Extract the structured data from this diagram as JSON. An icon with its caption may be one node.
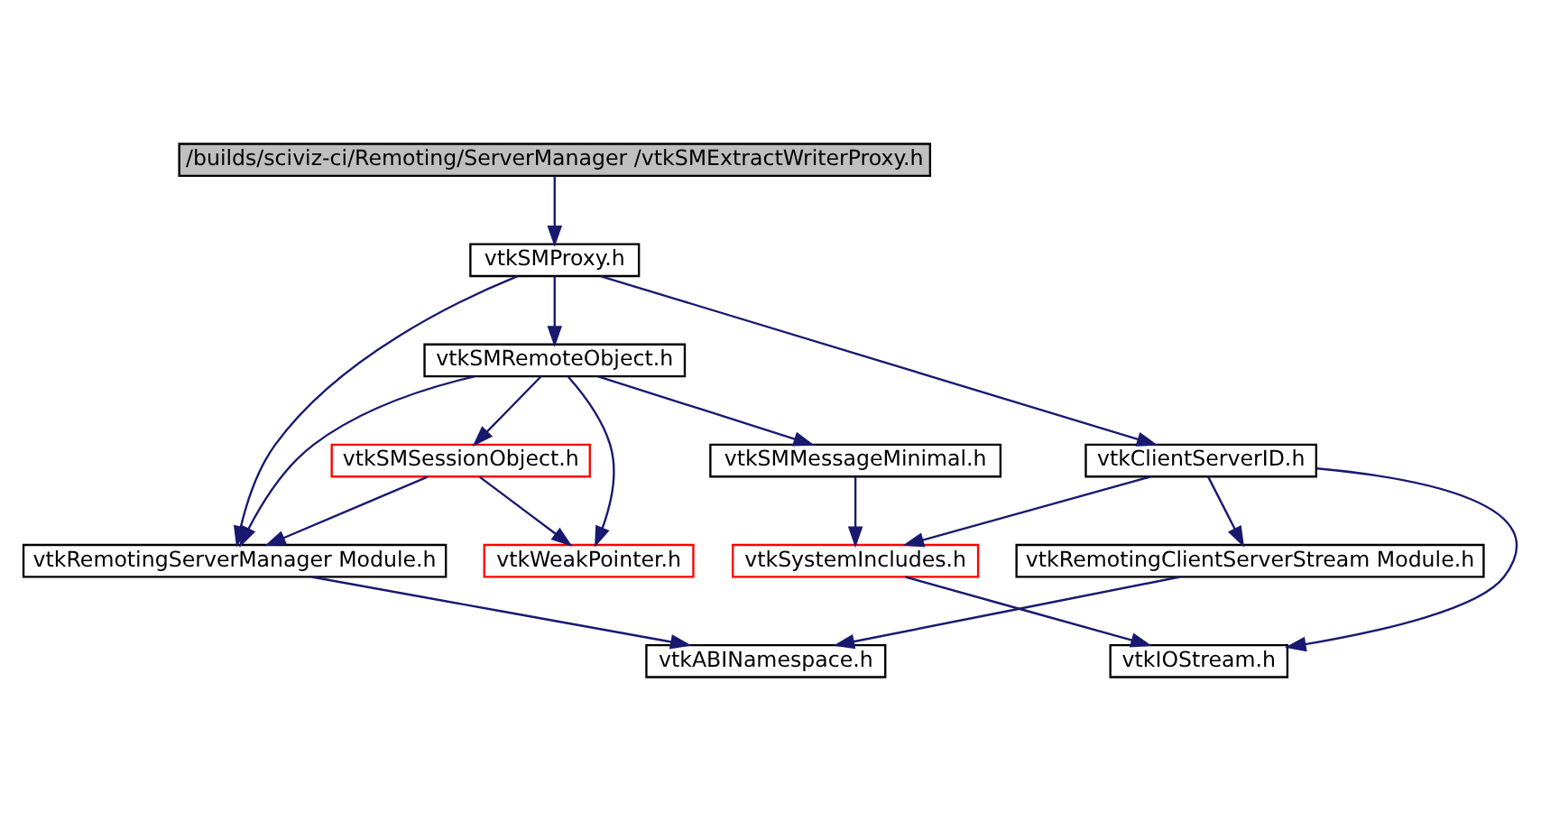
{
  "diagram": {
    "nodes": [
      {
        "text": [
          "/builds/sciviz-ci/Remoting/ServerManager /vtkSMExtractWriterProxy.h"
        ]
      },
      {
        "text": [
          "vtkSMProxy.h"
        ]
      },
      {
        "text": [
          "vtkSMRemoteObject.h"
        ]
      },
      {
        "text": [
          "vtkSMSessionObject.h"
        ]
      },
      {
        "text": [
          "vtkSMMessageMinimal.h"
        ]
      },
      {
        "text": [
          "vtkClientServerID.h"
        ]
      },
      {
        "text": [
          "vtkRemotingServerManager Module.h"
        ]
      },
      {
        "text": [
          "vtkWeakPointer.h"
        ]
      },
      {
        "text": [
          "vtkRemotingClientServerStream Module.h"
        ]
      },
      {
        "text": [
          "vtkSystemIncludes.h"
        ]
      },
      {
        "text": [
          "vtkABINamespace.h"
        ]
      },
      {
        "text": [
          "vtkIOStream.h"
        ]
      }
    ],
    "edges": [
      {
        "from": 0,
        "to": 1,
        "arrow": "to"
      },
      {
        "from": 1,
        "to": 6,
        "arrow": "to"
      },
      {
        "from": 1,
        "to": 2,
        "arrow": "to"
      },
      {
        "from": 1,
        "to": 5,
        "arrow": "to"
      },
      {
        "from": 2,
        "to": 6,
        "arrow": "to"
      },
      {
        "from": 2,
        "to": 3,
        "arrow": "to"
      },
      {
        "from": 2,
        "to": 7,
        "arrow": "to"
      },
      {
        "from": 2,
        "to": 4,
        "arrow": "to"
      },
      {
        "from": 3,
        "to": 6,
        "arrow": "to"
      },
      {
        "from": 3,
        "to": 7,
        "arrow": "to"
      },
      {
        "from": 4,
        "to": 9,
        "arrow": "to"
      },
      {
        "from": 5,
        "to": 8,
        "arrow": "to"
      },
      {
        "from": 5,
        "to": 9,
        "arrow": "to"
      },
      {
        "from": 5,
        "to": 11,
        "arrow": "to"
      },
      {
        "from": 6,
        "to": 10,
        "arrow": "to"
      },
      {
        "from": 8,
        "to": 10,
        "arrow": "to"
      },
      {
        "from": 9,
        "to": 11,
        "arrow": "to"
      }
    ]
  }
}
